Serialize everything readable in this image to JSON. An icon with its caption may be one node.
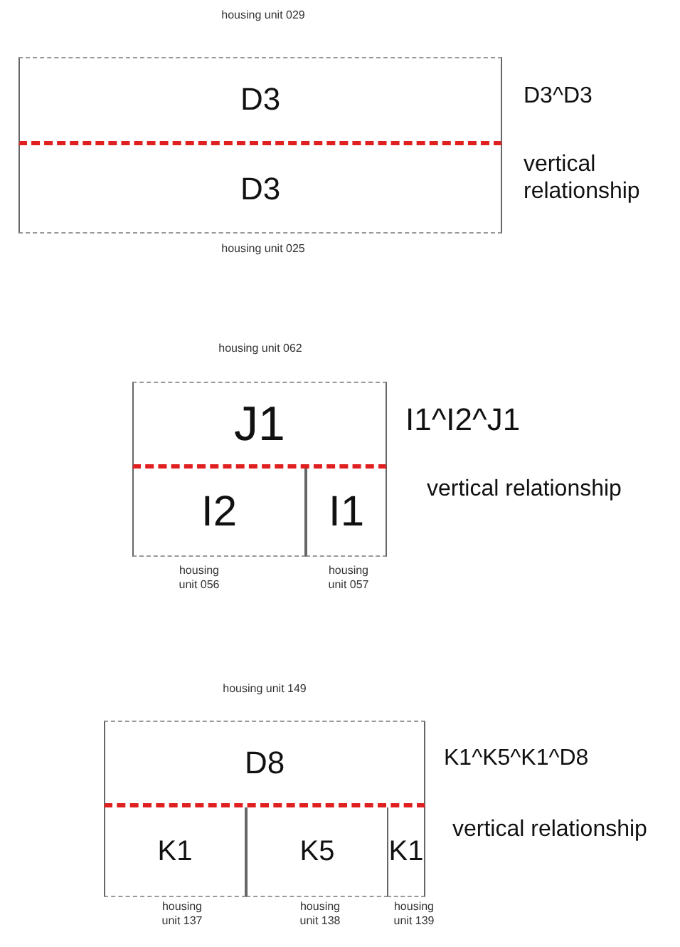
{
  "diagram": {
    "nodes": [
      {
        "text": [
          "D3"
        ],
        "beside": [
          "housing unit 029"
        ]
      },
      {
        "text": [
          "D3"
        ],
        "beside": [
          "housing unit 025"
        ]
      },
      {
        "text": [
          "J1"
        ],
        "beside": [
          "housing unit 062"
        ]
      },
      {
        "text": [
          "I2"
        ],
        "beside": [
          "housing unit 056"
        ]
      },
      {
        "text": [
          "I1"
        ],
        "beside": [
          "housing unit 057"
        ]
      },
      {
        "text": [
          "D8"
        ],
        "beside": [
          "housing unit 149"
        ]
      },
      {
        "text": [
          "K1"
        ],
        "beside": [
          "housing unit 137"
        ]
      },
      {
        "text": [
          "K5"
        ],
        "beside": [
          "housing unit 138"
        ]
      },
      {
        "text": [
          "K1"
        ],
        "beside": [
          "housing unit 139"
        ]
      }
    ],
    "edges": [],
    "labels": [
      "D3^D3",
      "vertical relationship",
      "I1^I2^J1",
      "vertical relationship",
      "K1^K5^K1^D8",
      "vertical relationship"
    ]
  }
}
